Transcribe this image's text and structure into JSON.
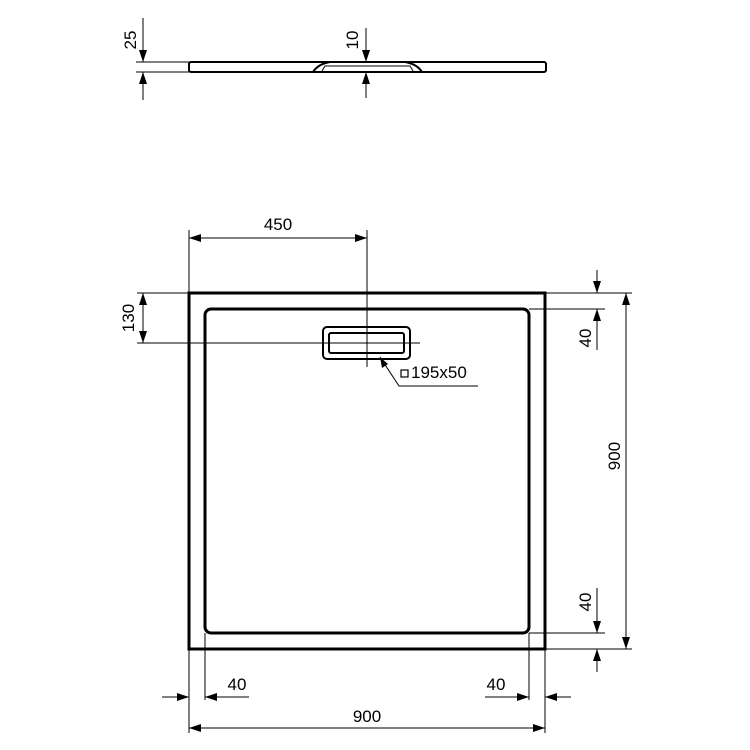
{
  "drawing": {
    "type": "technical-drawing",
    "subject": "square shower tray with rectangular drain",
    "colors": {
      "line": "#000000",
      "background": "#ffffff"
    }
  },
  "side_view": {
    "thickness_label": "25",
    "drain_depth_label": "10"
  },
  "plan_view": {
    "drain_offset_x_label": "450",
    "drain_offset_y_label": "130",
    "drain_size_label": "195x50",
    "drain_size_symbol": "□",
    "rim_top_label": "40",
    "rim_bottom_label": "40",
    "rim_left_label": "40",
    "rim_right_label": "40",
    "overall_width_label": "900",
    "overall_depth_label": "900"
  }
}
